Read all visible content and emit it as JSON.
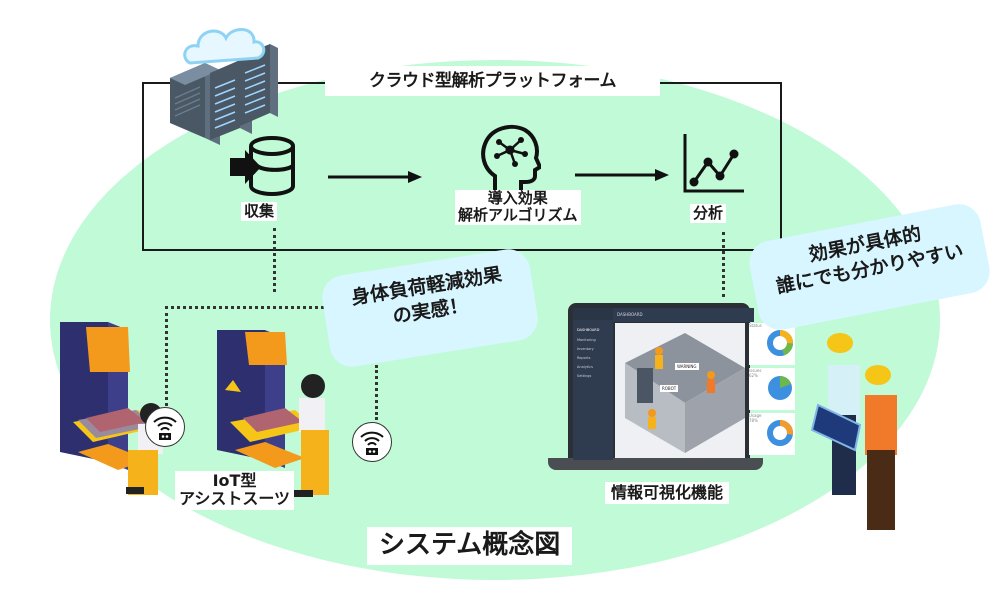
{
  "title": "システム概念図",
  "platform": {
    "title": "クラウド型解析プラットフォーム",
    "steps": [
      {
        "label": "収集",
        "icon": "database-input-icon"
      },
      {
        "label_line1": "導入効果",
        "label_line2": "解析アルゴリズム",
        "icon": "brain-network-icon"
      },
      {
        "label": "分析",
        "icon": "line-chart-icon"
      }
    ]
  },
  "suit": {
    "label_line1": "IoT型",
    "label_line2": "アシストスーツ",
    "bubble_line1": "身体負荷軽減効果",
    "bubble_line2": "の実感！"
  },
  "visualization": {
    "label": "情報可視化機能",
    "bubble_line1": "効果が具体的",
    "bubble_line2": "誰にでも分かりやすい",
    "dashboard": {
      "header": "DASHBOARD",
      "sidebar": [
        "DASHBOARD",
        "Monitoring",
        "Inventory",
        "Reports",
        "Analytics",
        "Settings"
      ],
      "tags": [
        "WARNING",
        "ROBOT"
      ],
      "cards": [
        {
          "label": "Status",
          "value": ""
        },
        {
          "label": "Issues",
          "value": "62%",
          "inner": "29%"
        },
        {
          "label": "Usage",
          "value": "78%"
        }
      ]
    }
  },
  "colors": {
    "ellipse": "#c0fad6",
    "bubble": "#d8f6ff",
    "frame": "#1a1a1a",
    "donut_blue": "#3d8fe0",
    "donut_orange": "#f39a2b",
    "donut_green": "#6cb84a"
  }
}
